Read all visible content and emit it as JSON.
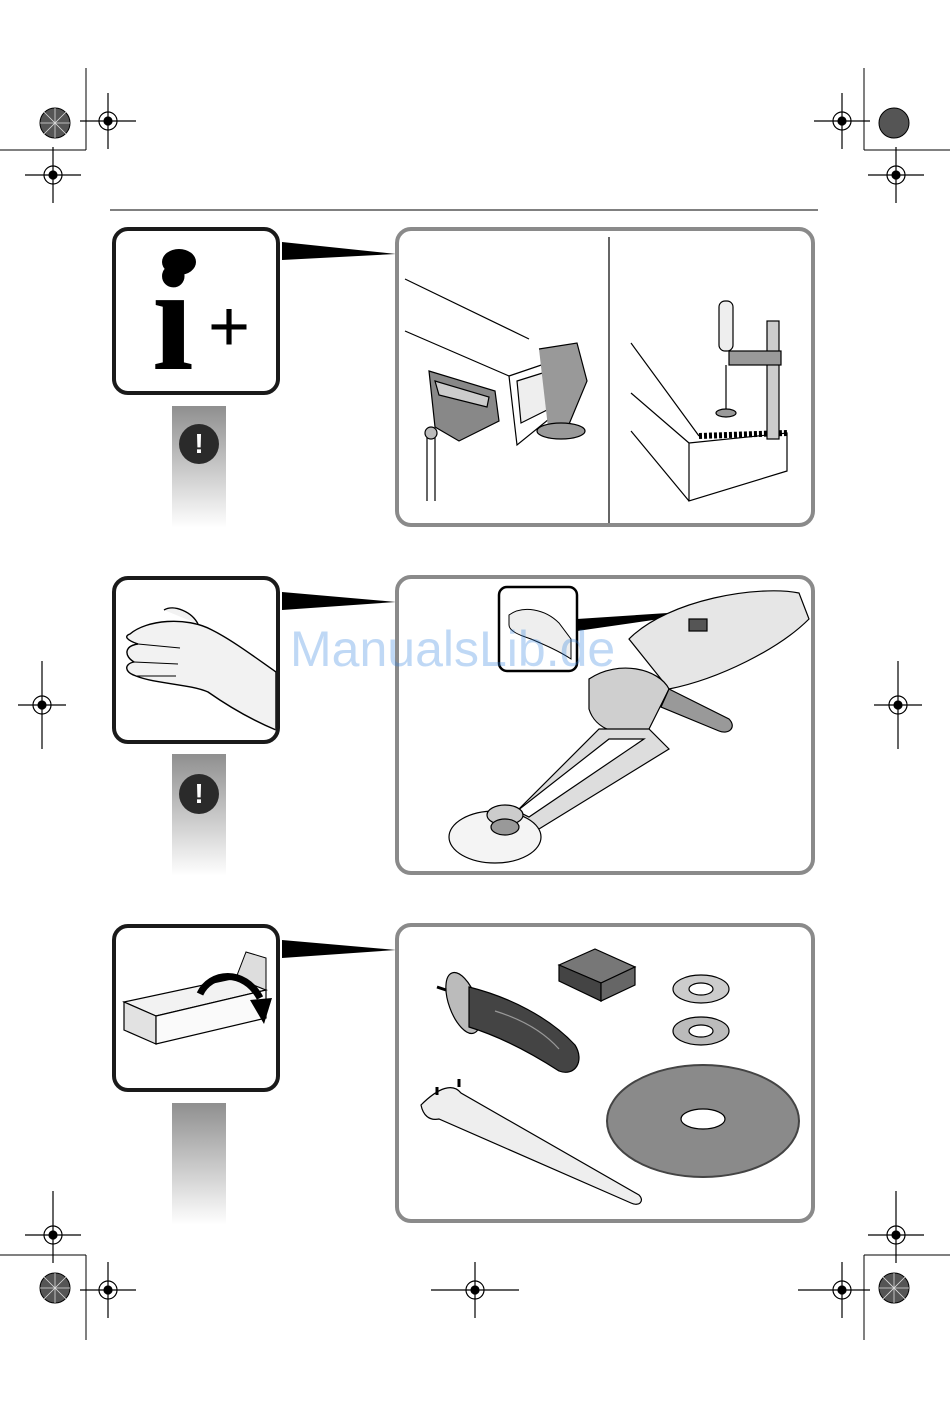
{
  "info_symbol": {
    "letter": "i",
    "plus": "+"
  },
  "warning_symbol": "!",
  "watermark": "ManualsLib.de",
  "panels": [
    {
      "id": "info",
      "icon": "info-plus-icon",
      "illustrations": [
        "square-tube-in-vise",
        "welded-workpiece-clamped"
      ]
    },
    {
      "id": "grip",
      "icon": "hand-icon",
      "illustrations": [
        "belt-grinder-tool"
      ]
    },
    {
      "id": "scope",
      "icon": "unpack-box-icon",
      "illustrations": [
        "side-handle",
        "abrasive-block",
        "flange-nut",
        "spanner-wrench",
        "grinding-disc"
      ]
    }
  ],
  "colors": {
    "frame_dark": "#1a1a1a",
    "frame_grey": "#8a8a8a",
    "bar_top": "#8f8f8f",
    "watermark": "#2f82e0"
  }
}
